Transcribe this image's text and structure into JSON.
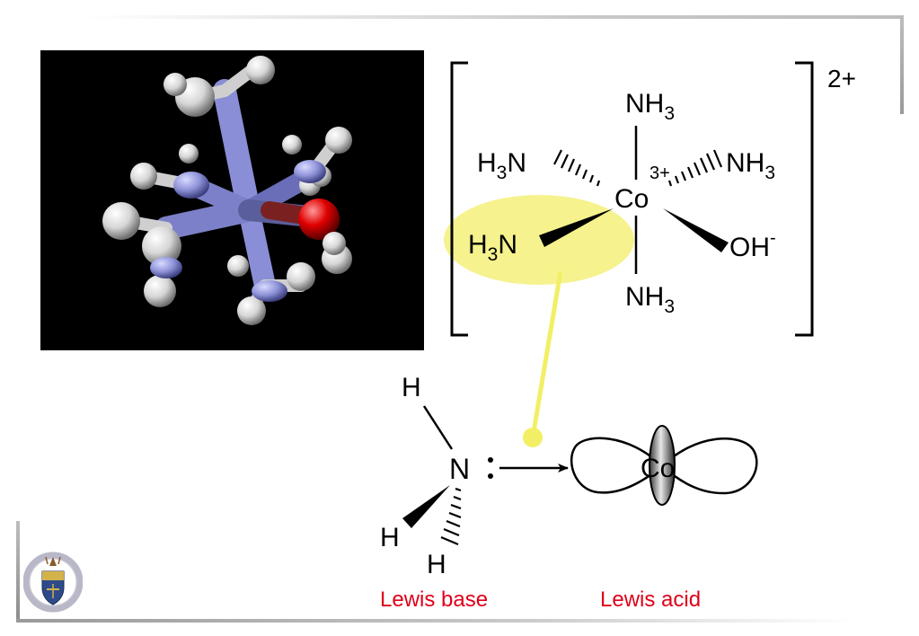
{
  "complex": {
    "charge": "2+",
    "ligand_top": {
      "sym": "NH",
      "sub": "3"
    },
    "ligand_bottom": {
      "sym": "NH",
      "sub": "3"
    },
    "ligand_left_hash": {
      "pre": "H",
      "sub": "3",
      "post": "N"
    },
    "ligand_left_wedge": {
      "pre": "H",
      "sub": "3",
      "post": "N"
    },
    "ligand_right_hash": {
      "sym": "NH",
      "sub": "3"
    },
    "ligand_right_wedge": {
      "sym": "OH",
      "sup": "-"
    },
    "metal": {
      "sym": "Co",
      "sup": "3+"
    }
  },
  "lewis": {
    "nitrogen": "N",
    "hydrogen_top": "H",
    "hydrogen_left": "H",
    "hydrogen_bottom": "H",
    "orbital_label": "Co",
    "base_label": "Lewis base",
    "acid_label": "Lewis acid"
  },
  "colors": {
    "highlight": "#f5f07a",
    "connector": "#f2ef66",
    "label_red": "#e0001a",
    "nitrogen_atom": "#8f93d9",
    "oxygen_atom": "#e00000",
    "hydrogen_atom": "#e6e6e6",
    "cobalt_atom": "#5a5f8f"
  }
}
